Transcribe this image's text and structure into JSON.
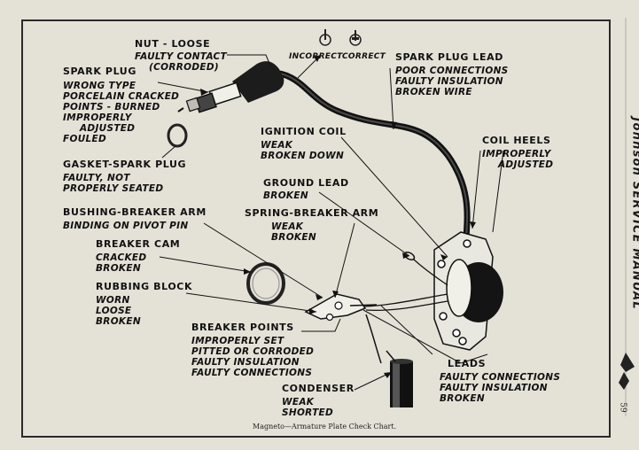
{
  "side_title": "Johnson SERVICE MANUAL",
  "page_number": "59",
  "caption": "Magneto—Armature Plate Check Chart.",
  "marks": {
    "incorrect": "INCORRECT",
    "correct": "CORRECT"
  },
  "labels": {
    "nut": {
      "title": "NUT - LOOSE",
      "lines": [
        "FAULTY CONTACT",
        "(CORRODED)"
      ]
    },
    "spark_plug": {
      "title": "SPARK PLUG",
      "lines": [
        "WRONG TYPE",
        "PORCELAIN CRACKED",
        "POINTS - BURNED",
        "IMPROPERLY",
        "ADJUSTED",
        "FOULED"
      ]
    },
    "gasket": {
      "title": "GASKET-SPARK PLUG",
      "lines": [
        "FAULTY, NOT",
        "PROPERLY SEATED"
      ]
    },
    "bushing": {
      "title": "BUSHING-BREAKER ARM",
      "lines": [
        "BINDING ON PIVOT PIN"
      ]
    },
    "breaker_cam": {
      "title": "BREAKER CAM",
      "lines": [
        "CRACKED",
        "BROKEN"
      ]
    },
    "rubbing_block": {
      "title": "RUBBING BLOCK",
      "lines": [
        "WORN",
        "LOOSE",
        "BROKEN"
      ]
    },
    "breaker_points": {
      "title": "BREAKER POINTS",
      "lines": [
        "IMPROPERLY SET",
        "PITTED OR CORRODED",
        "FAULTY INSULATION",
        "FAULTY CONNECTIONS"
      ]
    },
    "condenser": {
      "title": "CONDENSER",
      "lines": [
        "WEAK",
        "SHORTED"
      ]
    },
    "spark_plug_lead": {
      "title": "SPARK PLUG LEAD",
      "lines": [
        "POOR CONNECTIONS",
        "FAULTY INSULATION",
        "BROKEN WIRE"
      ]
    },
    "ignition_coil": {
      "title": "IGNITION COIL",
      "lines": [
        "WEAK",
        "BROKEN DOWN"
      ]
    },
    "ground_lead": {
      "title": "GROUND LEAD",
      "lines": [
        "BROKEN"
      ]
    },
    "spring_breaker": {
      "title": "SPRING-BREAKER ARM",
      "lines": [
        "WEAK",
        "BROKEN"
      ]
    },
    "coil_heels": {
      "title": "COIL HEELS",
      "lines": [
        "IMPROPERLY",
        "ADJUSTED"
      ]
    },
    "leads": {
      "title": "LEADS",
      "lines": [
        "FAULTY CONNECTIONS",
        "FAULTY INSULATION",
        "BROKEN"
      ]
    }
  }
}
